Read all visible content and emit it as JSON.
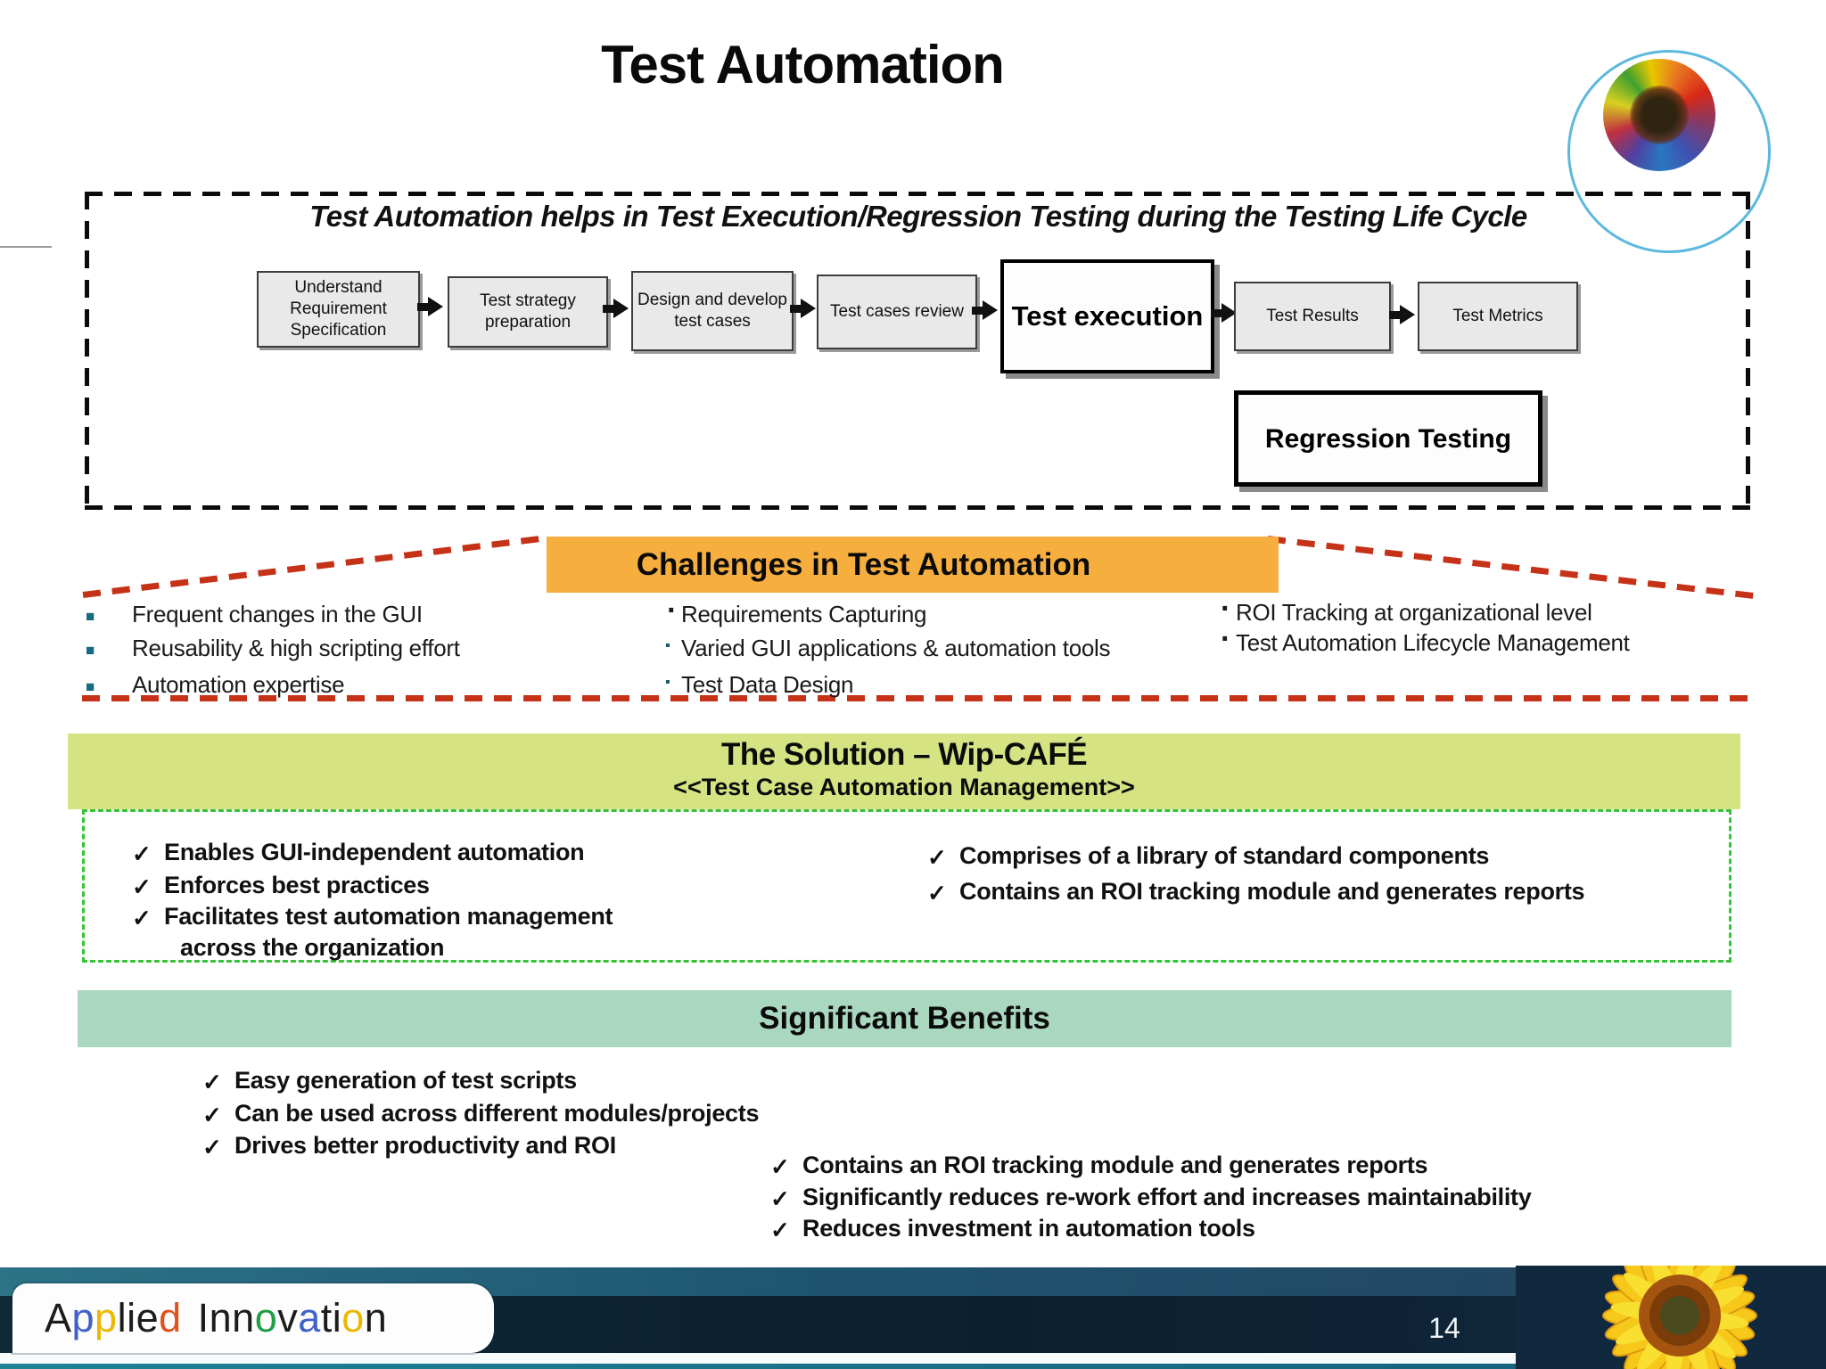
{
  "slide": {
    "title": "Test Automation",
    "page_number": "14"
  },
  "glyphs": {
    "check": "✓",
    "square_bullet": "■",
    "mini_square": "▪",
    "dot": "·"
  },
  "lifecycle": {
    "heading": "Test Automation helps in Test Execution/Regression Testing during the Testing Life Cycle",
    "steps": [
      "Understand Requirement Specification",
      "Test strategy preparation",
      "Design and develop test cases",
      "Test cases review",
      "Test execution",
      "Test Results",
      "Test Metrics"
    ],
    "regression": "Regression Testing"
  },
  "challenges": {
    "title": "Challenges in Test Automation",
    "col1": [
      "Frequent changes in the GUI",
      "Reusability & high scripting effort",
      "Automation expertise"
    ],
    "col2": [
      "Requirements Capturing",
      "Varied GUI applications & automation tools",
      "Test Data Design"
    ],
    "col3": [
      "ROI Tracking at organizational level",
      "Test Automation Lifecycle Management"
    ]
  },
  "solution": {
    "title": "The Solution – Wip-CAFÉ",
    "subtitle": "<<Test Case Automation Management>>",
    "left": [
      "Enables GUI-independent automation",
      "Enforces best practices",
      "Facilitates test automation management"
    ],
    "left_continuation": "across the organization",
    "right": [
      "Comprises of a library of standard components",
      "Contains an ROI tracking module and generates reports"
    ]
  },
  "benefits": {
    "title": "Significant Benefits",
    "left": [
      "Easy generation of test scripts",
      "Can be used across different modules/projects",
      "Drives better productivity and ROI"
    ],
    "right": [
      "Contains an ROI tracking module and generates reports",
      "Significantly reduces re-work effort and increases maintainability",
      "Reduces investment in automation tools"
    ]
  },
  "footer": {
    "brand": "Applied Innovation",
    "brand_segments": [
      "A",
      "p",
      "p",
      "lie",
      "d",
      "Inn",
      "o",
      "v",
      "a",
      "ti",
      "o",
      "n"
    ],
    "page_number": "14"
  },
  "colors": {
    "challenges_banner": "#F6AE3F",
    "solution_banner": "#D6E383",
    "benefits_banner": "#A9D7BF",
    "red_dash": "#C53217",
    "green_dash": "#35C435",
    "footer_navy": "#0C1F2F",
    "footer_teal": "#1F8296"
  }
}
